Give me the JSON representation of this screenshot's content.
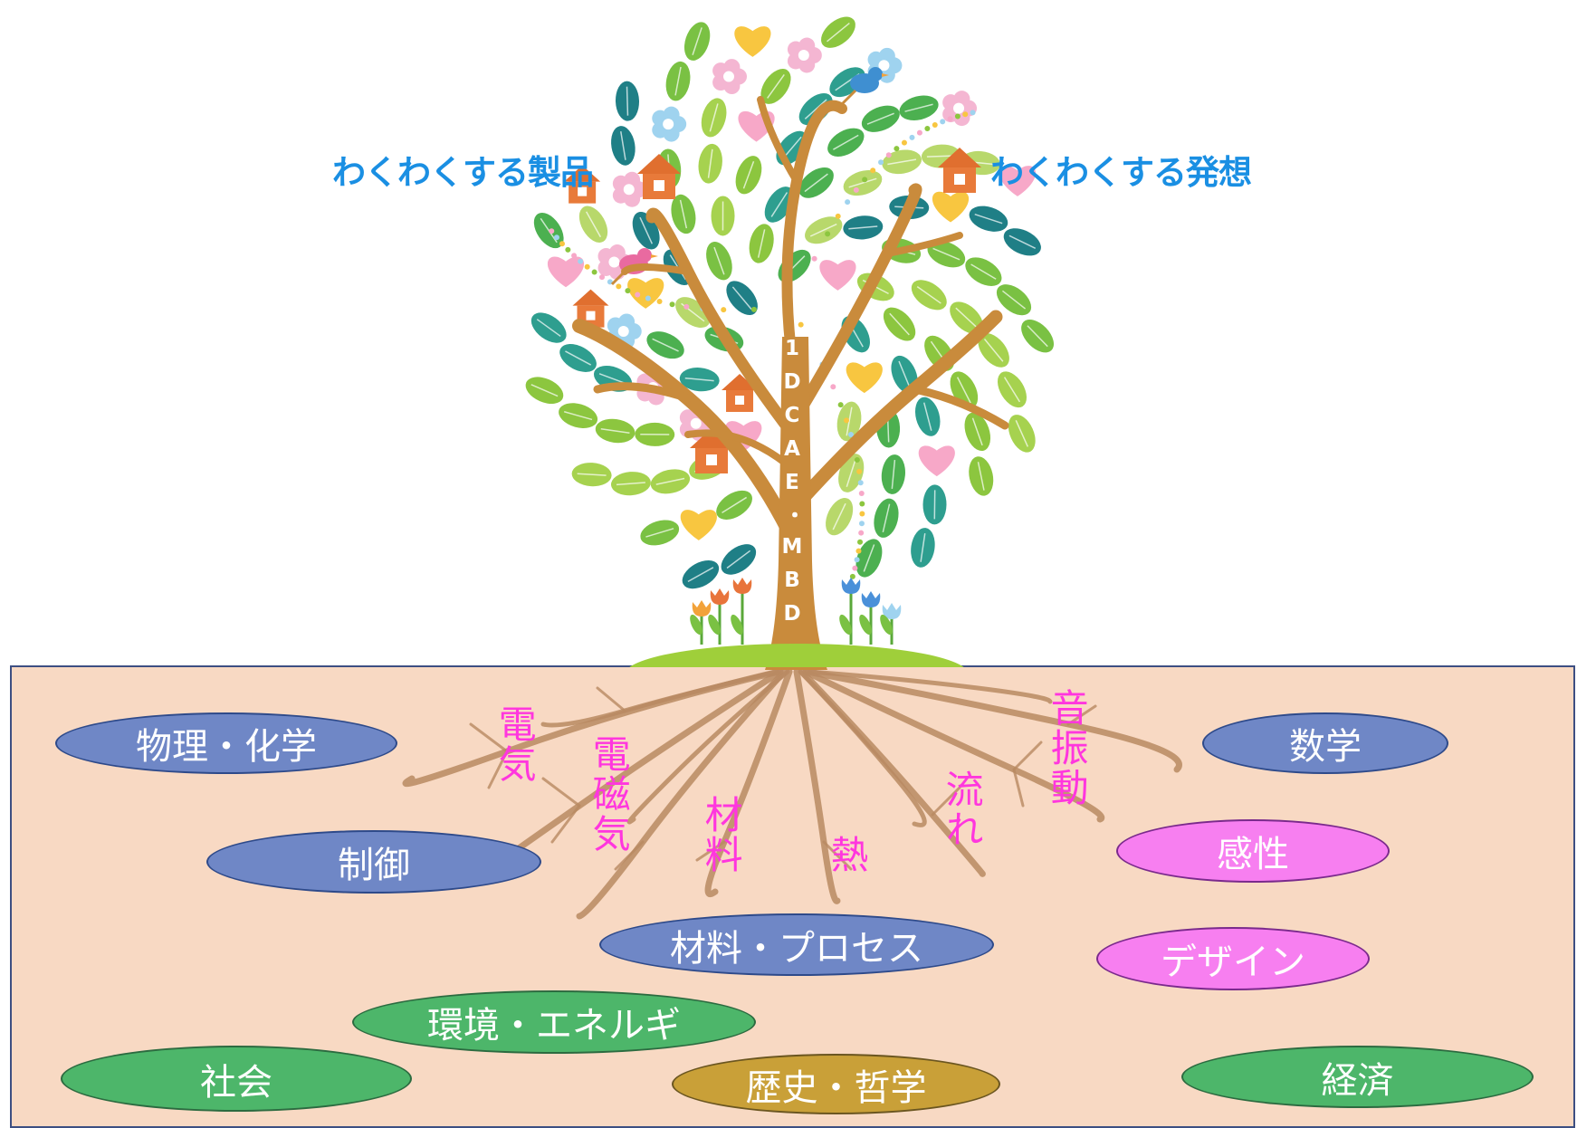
{
  "headline": {
    "left": "わくわくする製品",
    "right": "わくわくする発想"
  },
  "tree": {
    "trunk_label": "1DCAE・MBD"
  },
  "root_labels": [
    "電気",
    "電磁気",
    "材料",
    "熱",
    "流れ",
    "音振動"
  ],
  "domains": [
    {
      "label": "物理・化学",
      "color": "#6f87c6"
    },
    {
      "label": "数学",
      "color": "#6f87c6"
    },
    {
      "label": "制御",
      "color": "#6f87c6"
    },
    {
      "label": "感性",
      "color": "#f77ff0"
    },
    {
      "label": "材料・プロセス",
      "color": "#6f87c6"
    },
    {
      "label": "デザイン",
      "color": "#f77ff0"
    },
    {
      "label": "環境・エネルギ",
      "color": "#4db66a"
    },
    {
      "label": "社会",
      "color": "#4db66a"
    },
    {
      "label": "歴史・哲学",
      "color": "#c9a038"
    },
    {
      "label": "経済",
      "color": "#4db66a"
    }
  ],
  "colors": {
    "headline": "#1a8fe3",
    "root_label": "#ff36de",
    "ground": "#f8d9c3",
    "trunk": "#c98b3c",
    "roots": "#b98a62",
    "hill": "#9fcf3a"
  }
}
